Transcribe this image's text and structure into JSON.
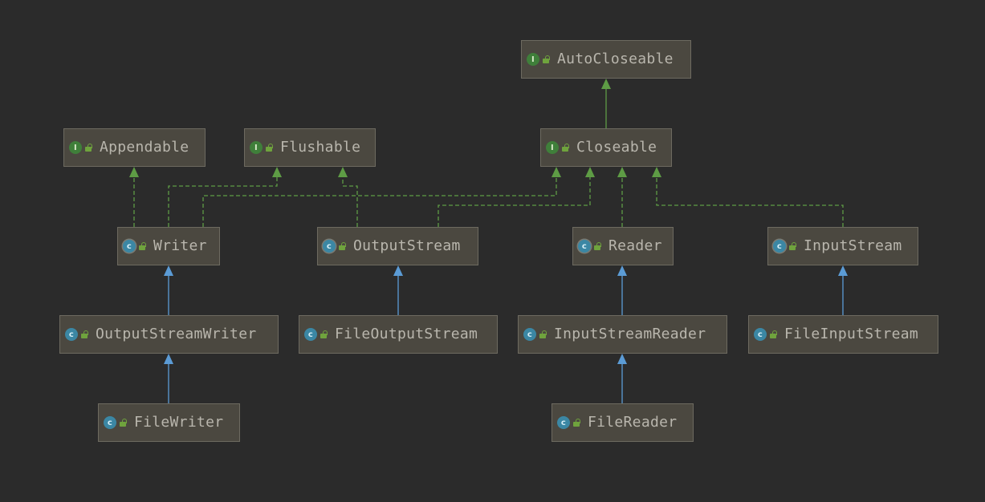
{
  "diagram": {
    "colors": {
      "background": "#2b2b2b",
      "node_fill": "#4b4840",
      "node_border": "#6d6a60",
      "node_text": "#b9b6ad",
      "implements_edge": "#5e9c45",
      "extends_edge": "#5b9bd5",
      "interface_badge": "#3f7f3a",
      "class_badge": "#3b87a4"
    },
    "badge_letters": {
      "interface": "I",
      "class": "c",
      "abstract": "c"
    },
    "nodes": [
      {
        "id": "autocloseable",
        "label": "AutoCloseable",
        "kind": "interface"
      },
      {
        "id": "appendable",
        "label": "Appendable",
        "kind": "interface"
      },
      {
        "id": "flushable",
        "label": "Flushable",
        "kind": "interface"
      },
      {
        "id": "closeable",
        "label": "Closeable",
        "kind": "interface"
      },
      {
        "id": "writer",
        "label": "Writer",
        "kind": "abstract"
      },
      {
        "id": "outputstream",
        "label": "OutputStream",
        "kind": "abstract"
      },
      {
        "id": "reader",
        "label": "Reader",
        "kind": "abstract"
      },
      {
        "id": "inputstream",
        "label": "InputStream",
        "kind": "abstract"
      },
      {
        "id": "outputstreamwriter",
        "label": "OutputStreamWriter",
        "kind": "class"
      },
      {
        "id": "fileoutputstream",
        "label": "FileOutputStream",
        "kind": "class"
      },
      {
        "id": "inputstreamreader",
        "label": "InputStreamReader",
        "kind": "class"
      },
      {
        "id": "fileinputstream",
        "label": "FileInputStream",
        "kind": "class"
      },
      {
        "id": "filewriter",
        "label": "FileWriter",
        "kind": "class"
      },
      {
        "id": "filereader",
        "label": "FileReader",
        "kind": "class"
      }
    ],
    "edges": [
      {
        "from": "closeable",
        "to": "autocloseable",
        "type": "interface-extends"
      },
      {
        "from": "writer",
        "to": "appendable",
        "type": "implements"
      },
      {
        "from": "writer",
        "to": "flushable",
        "type": "implements"
      },
      {
        "from": "writer",
        "to": "closeable",
        "type": "implements"
      },
      {
        "from": "outputstream",
        "to": "flushable",
        "type": "implements"
      },
      {
        "from": "outputstream",
        "to": "closeable",
        "type": "implements"
      },
      {
        "from": "reader",
        "to": "closeable",
        "type": "implements"
      },
      {
        "from": "inputstream",
        "to": "closeable",
        "type": "implements"
      },
      {
        "from": "outputstreamwriter",
        "to": "writer",
        "type": "extends"
      },
      {
        "from": "filewriter",
        "to": "outputstreamwriter",
        "type": "extends"
      },
      {
        "from": "fileoutputstream",
        "to": "outputstream",
        "type": "extends"
      },
      {
        "from": "inputstreamreader",
        "to": "reader",
        "type": "extends"
      },
      {
        "from": "filereader",
        "to": "inputstreamreader",
        "type": "extends"
      },
      {
        "from": "fileinputstream",
        "to": "inputstream",
        "type": "extends"
      }
    ]
  }
}
